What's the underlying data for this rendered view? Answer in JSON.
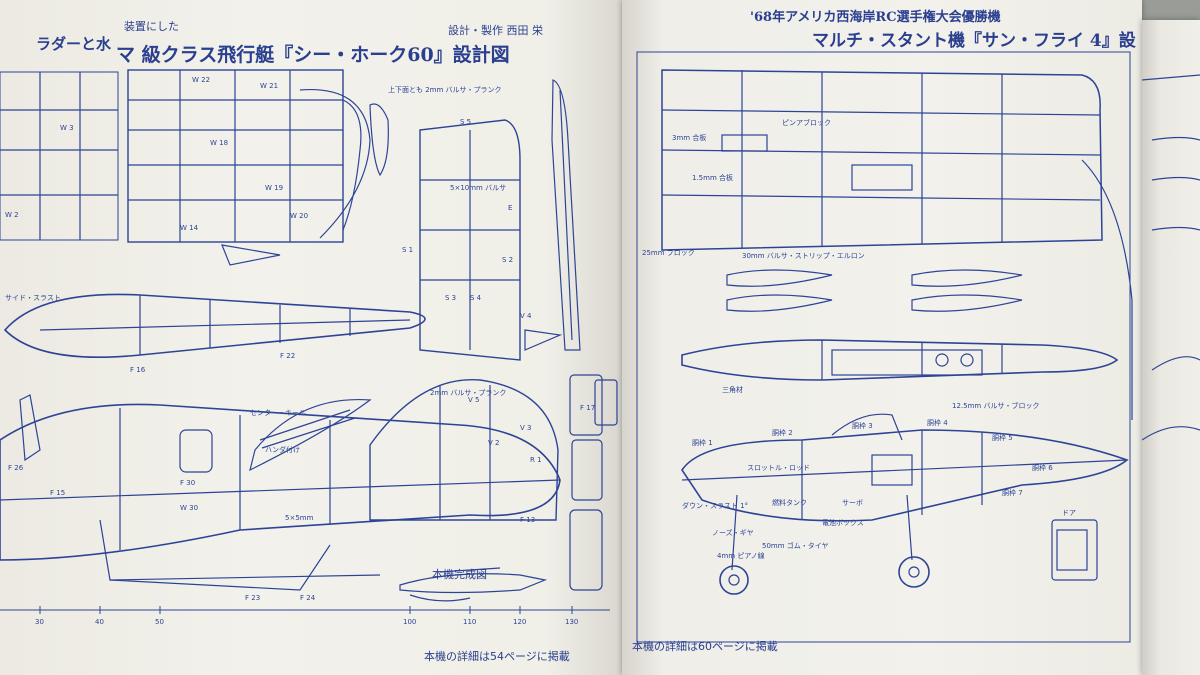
{
  "left_page": {
    "header_fragment_1": "ラダーと水",
    "header_fragment_2": "装置にした",
    "title_main": "マ  級クラス飛行艇『シー・ホーク60』設計図",
    "credit": "設計・製作 西田  栄",
    "completion_label": "本機完成図",
    "page_reference": "本機の詳細は54ページに掲載",
    "scale_ticks": [
      "30",
      "40",
      "50",
      "100",
      "110",
      "120",
      "130"
    ],
    "part_labels": [
      "W 22",
      "W 21",
      "W 18",
      "W 19",
      "W 20",
      "W 2",
      "W 3",
      "W 14",
      "S 5",
      "S 1",
      "S 2",
      "S 3",
      "S 4",
      "V 4",
      "V 5",
      "V 3",
      "V 2",
      "R 1",
      "F 17",
      "F 13",
      "F 24",
      "F 23",
      "F 22",
      "F 16",
      "F 15",
      "F 26",
      "F 30",
      "W 30",
      "E",
      "5×10mm バルサ",
      "5×5mm",
      "2mm バルサ・プランク",
      "上下面とも 2mm バルサ・プランク",
      "サイド・スラスト",
      "センター・キール",
      "ハンダ付け"
    ]
  },
  "right_page": {
    "subtitle": "'68年アメリカ西海岸RC選手権大会優勝機",
    "title_main": "マルチ・スタント機『サン・フライ 4』設",
    "page_reference": "本機の詳細は60ページに掲載",
    "part_labels": [
      "25mm ブロック",
      "30mm バルサ・ストリップ・エルロン",
      "1.5mm 合板",
      "3mm 合板",
      "ピンアブロック",
      "ダウン・スラスト 1°",
      "ノーズ・ギヤ",
      "スロットル・ロッド",
      "燃料タンク",
      "サーボ",
      "4mm ピアノ線",
      "50mm ゴム・タイヤ",
      "三角材",
      "12.5mm バルサ・ブロック",
      "電池ボックス",
      "ドア",
      "胴枠 1",
      "胴枠 2",
      "胴枠 3",
      "胴枠 4",
      "胴枠 5",
      "胴枠 6",
      "胴枠 7"
    ]
  }
}
